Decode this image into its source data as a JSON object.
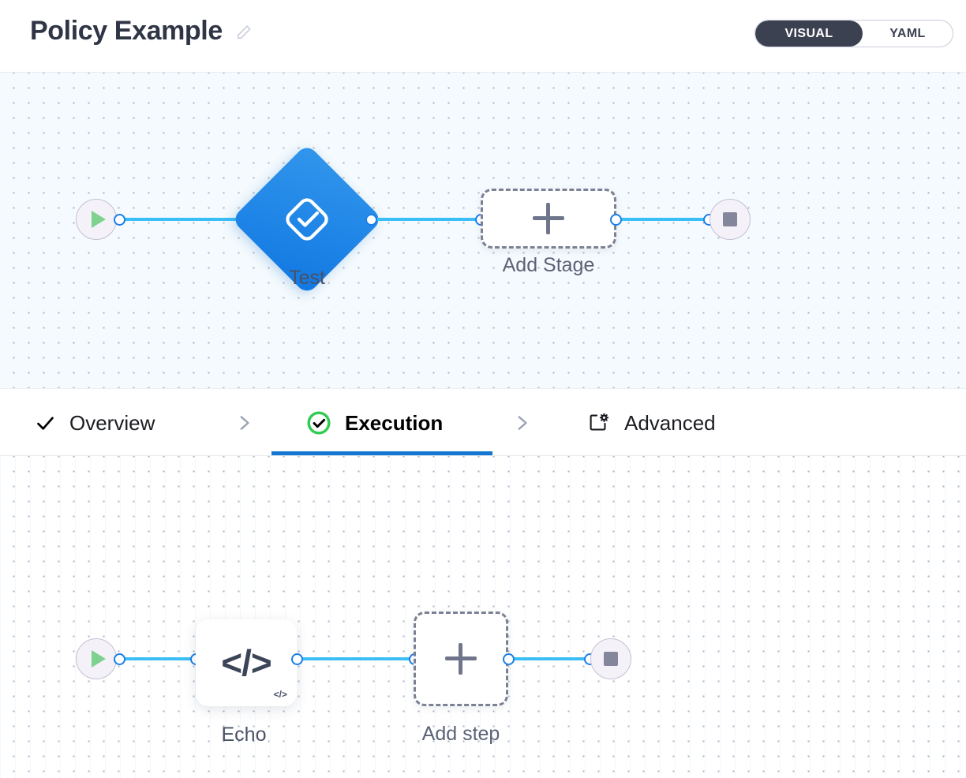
{
  "header": {
    "title": "Policy Example",
    "edit_icon": "pencil-icon",
    "mode_toggle": {
      "active": "VISUAL",
      "inactive": "YAML"
    }
  },
  "tabs": [
    {
      "label": "Overview",
      "icon": "check-icon",
      "active": false
    },
    {
      "label": "Execution",
      "icon": "check-circle-icon",
      "active": true
    },
    {
      "label": "Advanced",
      "icon": "window-gear-icon",
      "active": false
    }
  ],
  "tab_separator": "chevron-right-icon",
  "stage_canvas": {
    "start_node": {
      "icon": "play-icon",
      "label": ""
    },
    "nodes": [
      {
        "label": "Test",
        "type": "stage",
        "icon": "diamond-check-icon"
      },
      {
        "label": "Add Stage",
        "type": "add-stage",
        "icon": "plus-icon"
      }
    ],
    "end_node": {
      "icon": "stop-icon",
      "label": ""
    }
  },
  "step_canvas": {
    "start_node": {
      "icon": "play-icon",
      "label": ""
    },
    "nodes": [
      {
        "label": "Echo",
        "type": "step",
        "icon": "code-icon",
        "badge": "</>"
      },
      {
        "label": "Add step",
        "type": "add-step",
        "icon": "plus-icon"
      }
    ],
    "end_node": {
      "icon": "stop-icon",
      "label": ""
    }
  },
  "colors": {
    "accent_blue": "#1476d1",
    "edge_blue": "#3bbdf5",
    "port_blue": "#1a7ee8",
    "stage_blue": "#1a80e8",
    "success_green": "#2ecc50",
    "play_green": "#7ed18e",
    "toggle_dark": "#3c4152",
    "canvas_top_bg": "#f4fafd",
    "canvas_bottom_bg": "#ffffff",
    "grid_dot": "#aab3c0"
  }
}
